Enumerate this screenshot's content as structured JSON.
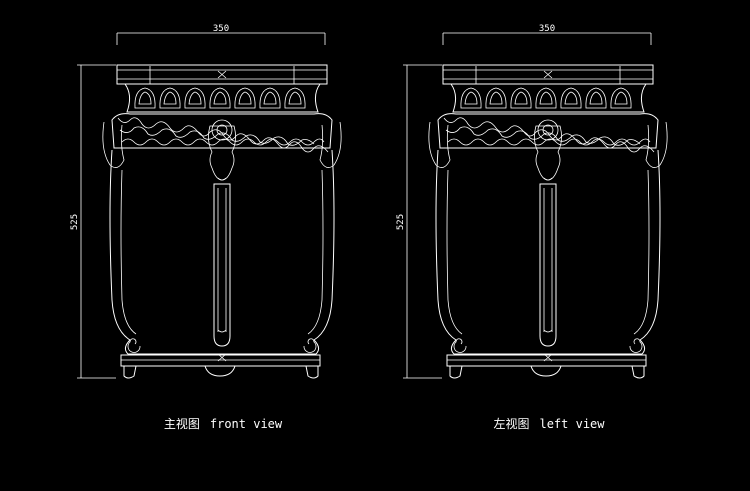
{
  "drawing": {
    "background": "#000000",
    "line_color": "#ffffff",
    "views": [
      {
        "id": "front",
        "width_dim": "350",
        "height_dim": "525",
        "caption_cn": "主视图",
        "caption_en": "front view"
      },
      {
        "id": "left",
        "width_dim": "350",
        "height_dim": "525",
        "caption_cn": "左视图",
        "caption_en": "left view"
      }
    ]
  }
}
